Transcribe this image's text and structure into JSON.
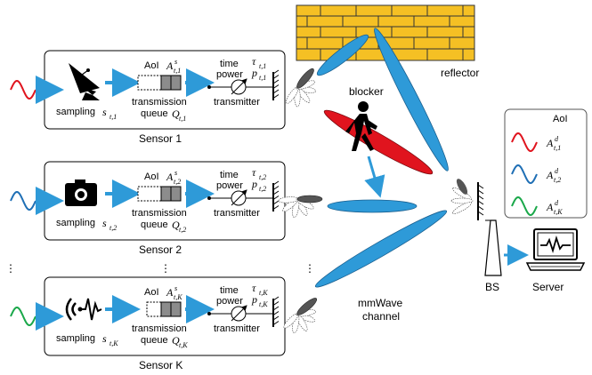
{
  "sensors": [
    {
      "name": "Sensor 1",
      "sampling": "sampling",
      "s_sym": "s",
      "s_sub": "t,1",
      "aoi": "AoI",
      "A_sym": "A",
      "A_sup": "s",
      "A_sub": "t,1",
      "queue_line1": "transmission",
      "queue_line2": "queue",
      "Q_sym": "Q",
      "Q_sub": "t,1",
      "time": "time",
      "power": "power",
      "tau_sym": "τ",
      "tau_sub": "t,1",
      "p_sym": "p",
      "p_sub": "t,1",
      "transmitter": "transmitter",
      "wave_color": "#e0141e",
      "icon": "satellite-dish-icon"
    },
    {
      "name": "Sensor 2",
      "sampling": "sampling",
      "s_sym": "s",
      "s_sub": "t,2",
      "aoi": "AoI",
      "A_sym": "A",
      "A_sup": "s",
      "A_sub": "t,2",
      "queue_line1": "transmission",
      "queue_line2": "queue",
      "Q_sym": "Q",
      "Q_sub": "t,2",
      "time": "time",
      "power": "power",
      "tau_sym": "τ",
      "tau_sub": "t,2",
      "p_sym": "p",
      "p_sub": "t,2",
      "transmitter": "transmitter",
      "wave_color": "#1f6fb5",
      "icon": "camera-icon"
    },
    {
      "name": "Sensor K",
      "sampling": "sampling",
      "s_sym": "s",
      "s_sub": "t,K",
      "aoi": "AoI",
      "A_sym": "A",
      "A_sup": "s",
      "A_sub": "t,K",
      "queue_line1": "transmission",
      "queue_line2": "queue",
      "Q_sym": "Q",
      "Q_sub": "t,K",
      "time": "time",
      "power": "power",
      "tau_sym": "τ",
      "tau_sub": "t,K",
      "p_sym": "p",
      "p_sub": "t,K",
      "transmitter": "transmitter",
      "wave_color": "#1aa84a",
      "icon": "audio-sensor-icon"
    }
  ],
  "labels": {
    "reflector": "reflector",
    "blocker": "blocker",
    "mmwave_line1": "mmWave",
    "mmwave_line2": "channel",
    "bs": "BS",
    "server": "Server",
    "server_aoi": "AoI",
    "ellipsis": "⋮"
  },
  "server_aoi": [
    {
      "A_sym": "A",
      "A_sup": "d",
      "A_sub": "t,1",
      "color": "#e0141e"
    },
    {
      "A_sym": "A",
      "A_sup": "d",
      "A_sub": "t,2",
      "color": "#1f6fb5"
    },
    {
      "A_sym": "A",
      "A_sup": "d",
      "A_sub": "t,K",
      "color": "#1aa84a"
    }
  ],
  "colors": {
    "beam": "#2e9ad8",
    "blocked_beam": "#e0141e",
    "wall": "#f5c024",
    "arrow": "#2e9ad8"
  }
}
